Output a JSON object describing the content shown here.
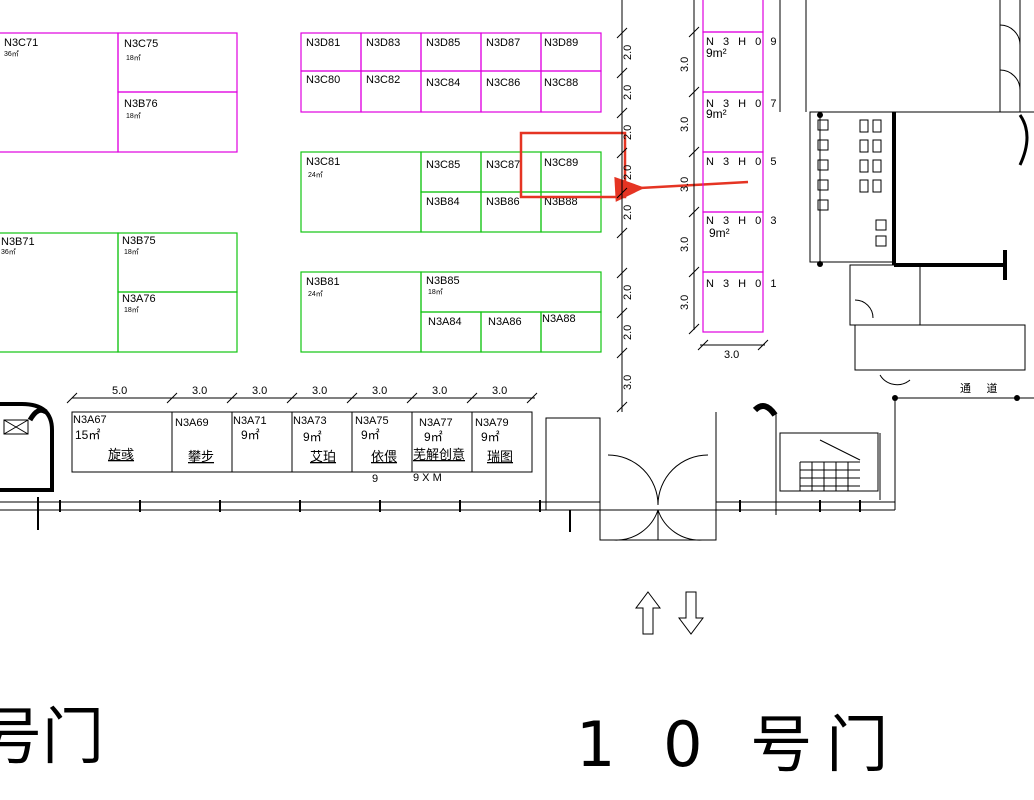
{
  "colors": {
    "zone_magenta": "#e000e0",
    "zone_green": "#11c411",
    "highlight": "#d93a2a",
    "text": "#000000"
  },
  "booths_left": [
    {
      "id": "N3C71",
      "area": "36㎡"
    },
    {
      "id": "N3C75",
      "area": "18㎡"
    },
    {
      "id": "N3B76",
      "area": "18㎡"
    },
    {
      "id": "N3B71",
      "area": "36㎡"
    },
    {
      "id": "N3B75",
      "area": "18㎡"
    },
    {
      "id": "N3A76",
      "area": "18㎡"
    }
  ],
  "booths_top_row": [
    "N3D81",
    "N3D83",
    "N3D85",
    "N3D87",
    "N3D89"
  ],
  "booths_second_row": [
    "N3C80",
    "N3C82",
    "N3C84",
    "N3C86",
    "N3C88"
  ],
  "booth_c81": {
    "id": "N3C81",
    "area": "24㎡"
  },
  "booths_c_middle": [
    "N3C85",
    "N3C87",
    "N3C89"
  ],
  "booths_b_middle": [
    "N3B84",
    "N3B86",
    "N3B88"
  ],
  "booth_b81": {
    "id": "N3B81",
    "area": "24㎡"
  },
  "booth_b85": {
    "id": "N3B85",
    "area": "18㎡"
  },
  "booths_a_bottom": [
    "N3A84",
    "N3A86",
    "N3A88"
  ],
  "booths_h": [
    {
      "id": "N 3 H 0 9",
      "area": "9m²"
    },
    {
      "id": "N 3 H 0 7",
      "area": "9m²"
    },
    {
      "id": "N 3 H 0 5",
      "area": ""
    },
    {
      "id": "N 3 H 0 3",
      "area": "9m²"
    },
    {
      "id": "N 3 H 0 1",
      "area": ""
    }
  ],
  "dims_right_col": [
    "2.0",
    "2.0",
    "2.0",
    "2.0",
    "2.0",
    "2.0",
    "2.0",
    "3.0"
  ],
  "dims_h_col": [
    "3.0",
    "3.0",
    "3.0",
    "3.0",
    "3.0"
  ],
  "dim_h_width": "3.0",
  "dims_bottom_row": [
    "5.0",
    "3.0",
    "3.0",
    "3.0",
    "3.0",
    "3.0",
    "3.0"
  ],
  "booths_a_row": [
    {
      "id": "N3A67",
      "area": "15㎡",
      "company": "旋彧"
    },
    {
      "id": "N3A69",
      "area": "",
      "company": "攀步"
    },
    {
      "id": "N3A71",
      "area": "9㎡",
      "company": ""
    },
    {
      "id": "N3A73",
      "area": "9㎡",
      "company": "艾珀"
    },
    {
      "id": "N3A75",
      "area": "9㎡",
      "company": "依偎"
    },
    {
      "id": "N3A77",
      "area": "9㎡",
      "company": "芜解创意"
    },
    {
      "id": "N3A79",
      "area": "9㎡",
      "company": "瑞图"
    }
  ],
  "notes_under_row": [
    "9",
    "9 X M"
  ],
  "corridor_label": "通 道",
  "gate_left_label": "号门",
  "gate_right_label": "1 0 号门"
}
